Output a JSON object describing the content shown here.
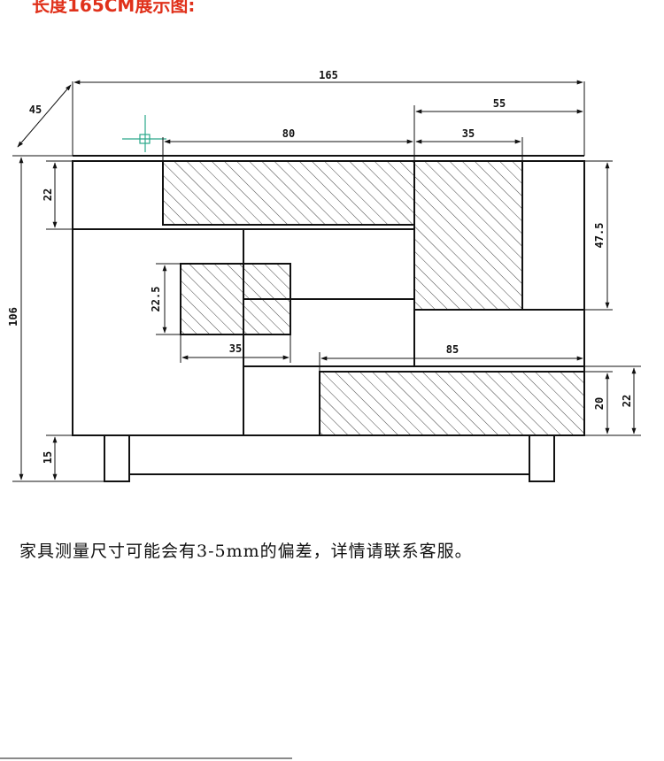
{
  "title": "长度165CM展示图:",
  "dimensions": {
    "overall_length": "165",
    "depth_angle": "45",
    "right_section_width": "55",
    "top_block_width": "80",
    "right_block_width": "35",
    "top_band_height": "22",
    "right_block_height": "47.5",
    "overall_height": "106",
    "small_block_height": "22.5",
    "small_block_width": "35",
    "bottom_block_width": "85",
    "bottom_block_height": "20",
    "bottom_band_height": "22",
    "leg_height": "15"
  },
  "note": "家具测量尺寸可能会有3-5mm的偏差，详情请联系客服。",
  "colors": {
    "title": "#e0311b",
    "line": "#111111",
    "marker": "#2aa88a"
  }
}
